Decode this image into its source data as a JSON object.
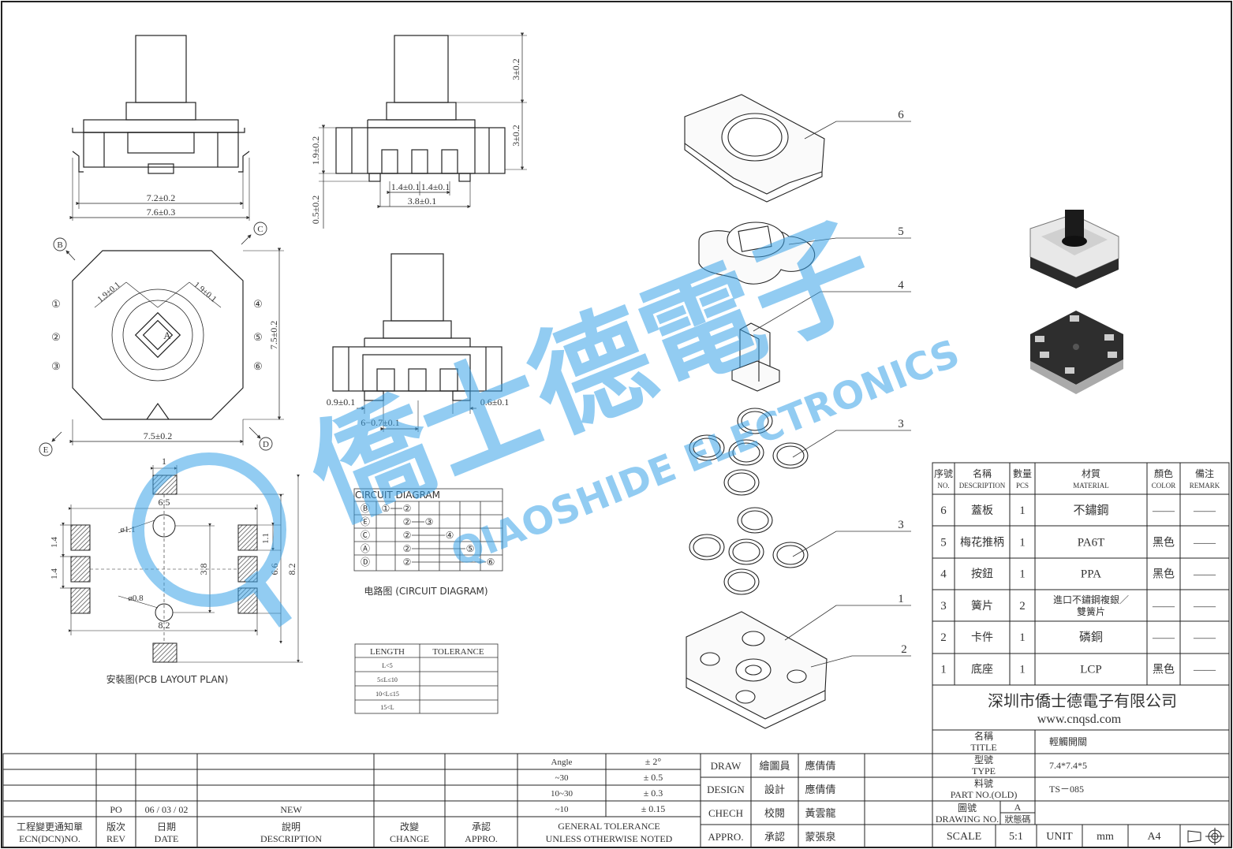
{
  "views": {
    "top": {
      "dim_72": "7.2±0.2",
      "dim_76": "7.6±0.3"
    },
    "side": {
      "h_stem": "3±0.2",
      "h_body": "3±0.2",
      "left_19": "1.9±0.2",
      "left_05": "0.5±0.2",
      "pitch_a": "1.4±0.1",
      "pitch_b": "1.4±0.1",
      "span": "3.8±0.1"
    },
    "plan": {
      "d19a": "1.9±0.1",
      "d19b": "1.9±0.1",
      "h75": "7.5±0.2",
      "w75": "7.5±0.2",
      "center": "A",
      "corners": [
        "B",
        "C",
        "E",
        "D"
      ],
      "pins": [
        "①",
        "②",
        "③",
        "④",
        "⑤",
        "⑥"
      ]
    },
    "front": {
      "dim_09": "0.9±0.1",
      "dim_06": "0.6±0.1",
      "dim_67": "6−0.7±0.1"
    },
    "pcb": {
      "w1": "1",
      "w65": "6.5",
      "d11": "ø1.1",
      "d08": "ø0.8",
      "p14a": "1.4",
      "p14b": "1.4",
      "h11": "1.1",
      "h38": "3.8",
      "h66": "6.6",
      "h82": "8.2",
      "w82": "8.2",
      "caption": "安裝图(PCB LAYOUT PLAN)"
    }
  },
  "circuit": {
    "title": "CIRCUIT  DIAGRAM",
    "caption": "电路图 (CIRCUIT DIAGRAM)",
    "rows": [
      {
        "key": "Ⓑ",
        "a": "①",
        "b": "②",
        "c": "",
        "col": 0
      },
      {
        "key": "Ⓔ",
        "a": "",
        "b": "②",
        "c": "③",
        "col": 1
      },
      {
        "key": "Ⓒ",
        "a": "",
        "b": "②",
        "c": "④",
        "col": 2
      },
      {
        "key": "Ⓐ",
        "a": "",
        "b": "②",
        "c": "⑤",
        "col": 3
      },
      {
        "key": "Ⓓ",
        "a": "",
        "b": "②",
        "c": "⑥",
        "col": 4
      }
    ]
  },
  "length_table": {
    "headers": [
      "LENGTH",
      "TOLERANCE"
    ],
    "rows": [
      "L<5",
      "5≤L≤10",
      "10<L≤15",
      "15<L"
    ]
  },
  "exploded_labels": [
    "6",
    "5",
    "4",
    "3",
    "3",
    "1",
    "2"
  ],
  "watermark": {
    "cn": "僑士德電子",
    "en": "QIAOSHIDE ELECTRONICS"
  },
  "bom": {
    "headers": [
      {
        "cn": "序號",
        "en": "NO."
      },
      {
        "cn": "名稱",
        "en": "DESCRIPTION"
      },
      {
        "cn": "數量",
        "en": "PCS"
      },
      {
        "cn": "材質",
        "en": "MATERIAL"
      },
      {
        "cn": "顏色",
        "en": "COLOR"
      },
      {
        "cn": "備注",
        "en": "REMARK"
      }
    ],
    "rows": [
      {
        "no": "6",
        "desc": "蓋板",
        "pcs": "1",
        "mat": "不鏽鋼",
        "mat2": "",
        "color": "——",
        "remark": "——"
      },
      {
        "no": "5",
        "desc": "梅花推柄",
        "pcs": "1",
        "mat": "PA6T",
        "mat2": "",
        "color": "黑色",
        "remark": "——"
      },
      {
        "no": "4",
        "desc": "按鈕",
        "pcs": "1",
        "mat": "PPA",
        "mat2": "",
        "color": "黑色",
        "remark": "——"
      },
      {
        "no": "3",
        "desc": "簧片",
        "pcs": "2",
        "mat": "進口不鏽鋼複銀／",
        "mat2": "雙簧片",
        "color": "——",
        "remark": "——"
      },
      {
        "no": "2",
        "desc": "卡件",
        "pcs": "1",
        "mat": "磷銅",
        "mat2": "",
        "color": "——",
        "remark": "——"
      },
      {
        "no": "1",
        "desc": "底座",
        "pcs": "1",
        "mat": "LCP",
        "mat2": "",
        "color": "黑色",
        "remark": "——"
      }
    ]
  },
  "company": {
    "name": "深圳市僑士德電子有限公司",
    "url": "www.cnqsd.com"
  },
  "title_block": {
    "title_cn": "名稱",
    "title_en": "TITLE",
    "title_val": "輕觸開關",
    "type_cn": "型號",
    "type_en": "TYPE",
    "type_val": "7.4*7.4*5",
    "part_cn": "料號",
    "part_en": "PART NO.(OLD)",
    "part_val": "TS－085",
    "dwg_cn": "圖號",
    "dwg_en": "DRAWING NO.",
    "dwg_a": "A",
    "dwg_state": "狀態碼",
    "scale_label": "SCALE",
    "scale_val": "5:1",
    "unit_label": "UNIT",
    "unit_val": "mm",
    "size": "A4"
  },
  "sign_block": [
    {
      "role": "DRAW",
      "cn": "繪圖員",
      "name": "應倩倩"
    },
    {
      "role": "DESIGN",
      "cn": "設計",
      "name": "應倩倩"
    },
    {
      "role": "CHECH",
      "cn": "校閱",
      "name": "黃雲龍"
    },
    {
      "role": "APPRO.",
      "cn": "承認",
      "name": "蒙張泉"
    }
  ],
  "tolerance": [
    {
      "k": "Angle",
      "v": "± 2°"
    },
    {
      "k": "~30",
      "v": "± 0.5"
    },
    {
      "k": "10~30",
      "v": "± 0.3"
    },
    {
      "k": "~10",
      "v": "± 0.15"
    }
  ],
  "tolerance_footer": {
    "a": "GENERAL TOLERANCE",
    "b": "UNLESS OTHERWISE NOTED"
  },
  "revision": {
    "row": {
      "rev": "PO",
      "date": "06 / 03 / 02",
      "desc": "NEW"
    },
    "headers": [
      {
        "cn": "工程變更通知單",
        "en": "ECN(DCN)NO."
      },
      {
        "cn": "版次",
        "en": "REV"
      },
      {
        "cn": "日期",
        "en": "DATE"
      },
      {
        "cn": "說明",
        "en": "DESCRIPTION"
      },
      {
        "cn": "改變",
        "en": "CHANGE"
      },
      {
        "cn": "承認",
        "en": "APPRO."
      }
    ]
  }
}
